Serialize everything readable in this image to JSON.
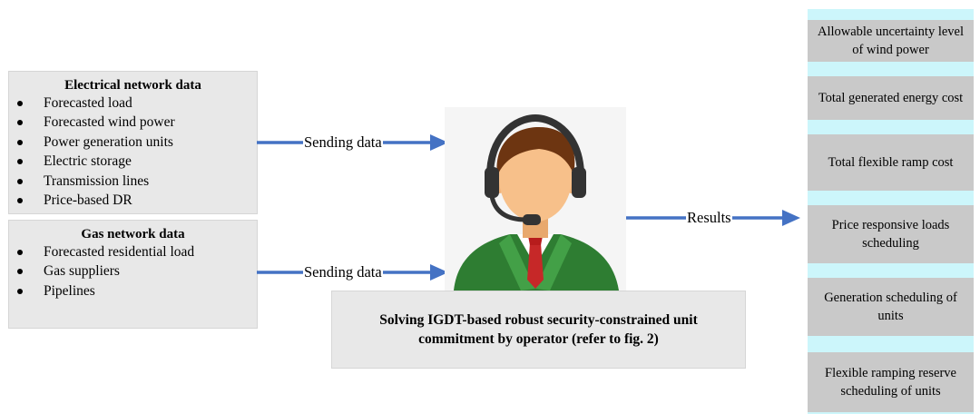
{
  "electrical": {
    "title": "Electrical network data",
    "items": [
      "Forecasted load",
      "Forecasted wind power",
      "Power generation units",
      "Electric storage",
      "Transmission lines",
      "Price-based DR"
    ]
  },
  "gas": {
    "title": "Gas network data",
    "items": [
      "Forecasted residential load",
      "Gas suppliers",
      "Pipelines"
    ]
  },
  "flows": {
    "sending_data_1": "Sending data",
    "sending_data_2": "Sending data",
    "results": "Results"
  },
  "solver": {
    "text": "Solving IGDT-based robust security-constrained unit commitment by operator (refer to fig. 2)"
  },
  "results": [
    "Allowable uncertainty level of wind power",
    "Total generated energy cost",
    "Total flexible ramp cost",
    "Price responsive loads scheduling",
    "Generation scheduling of units",
    "Flexible ramping reserve scheduling of units"
  ],
  "icon": "operator-headset-icon",
  "colors": {
    "arrow": "#4472c4",
    "panel": "#e8e8e8",
    "result_box": "#c9c9c9",
    "result_column": "#ccf6fb",
    "jacket": "#2e7d32",
    "tie": "#c62828",
    "hair": "#6d3511",
    "skin": "#f7c08a"
  }
}
